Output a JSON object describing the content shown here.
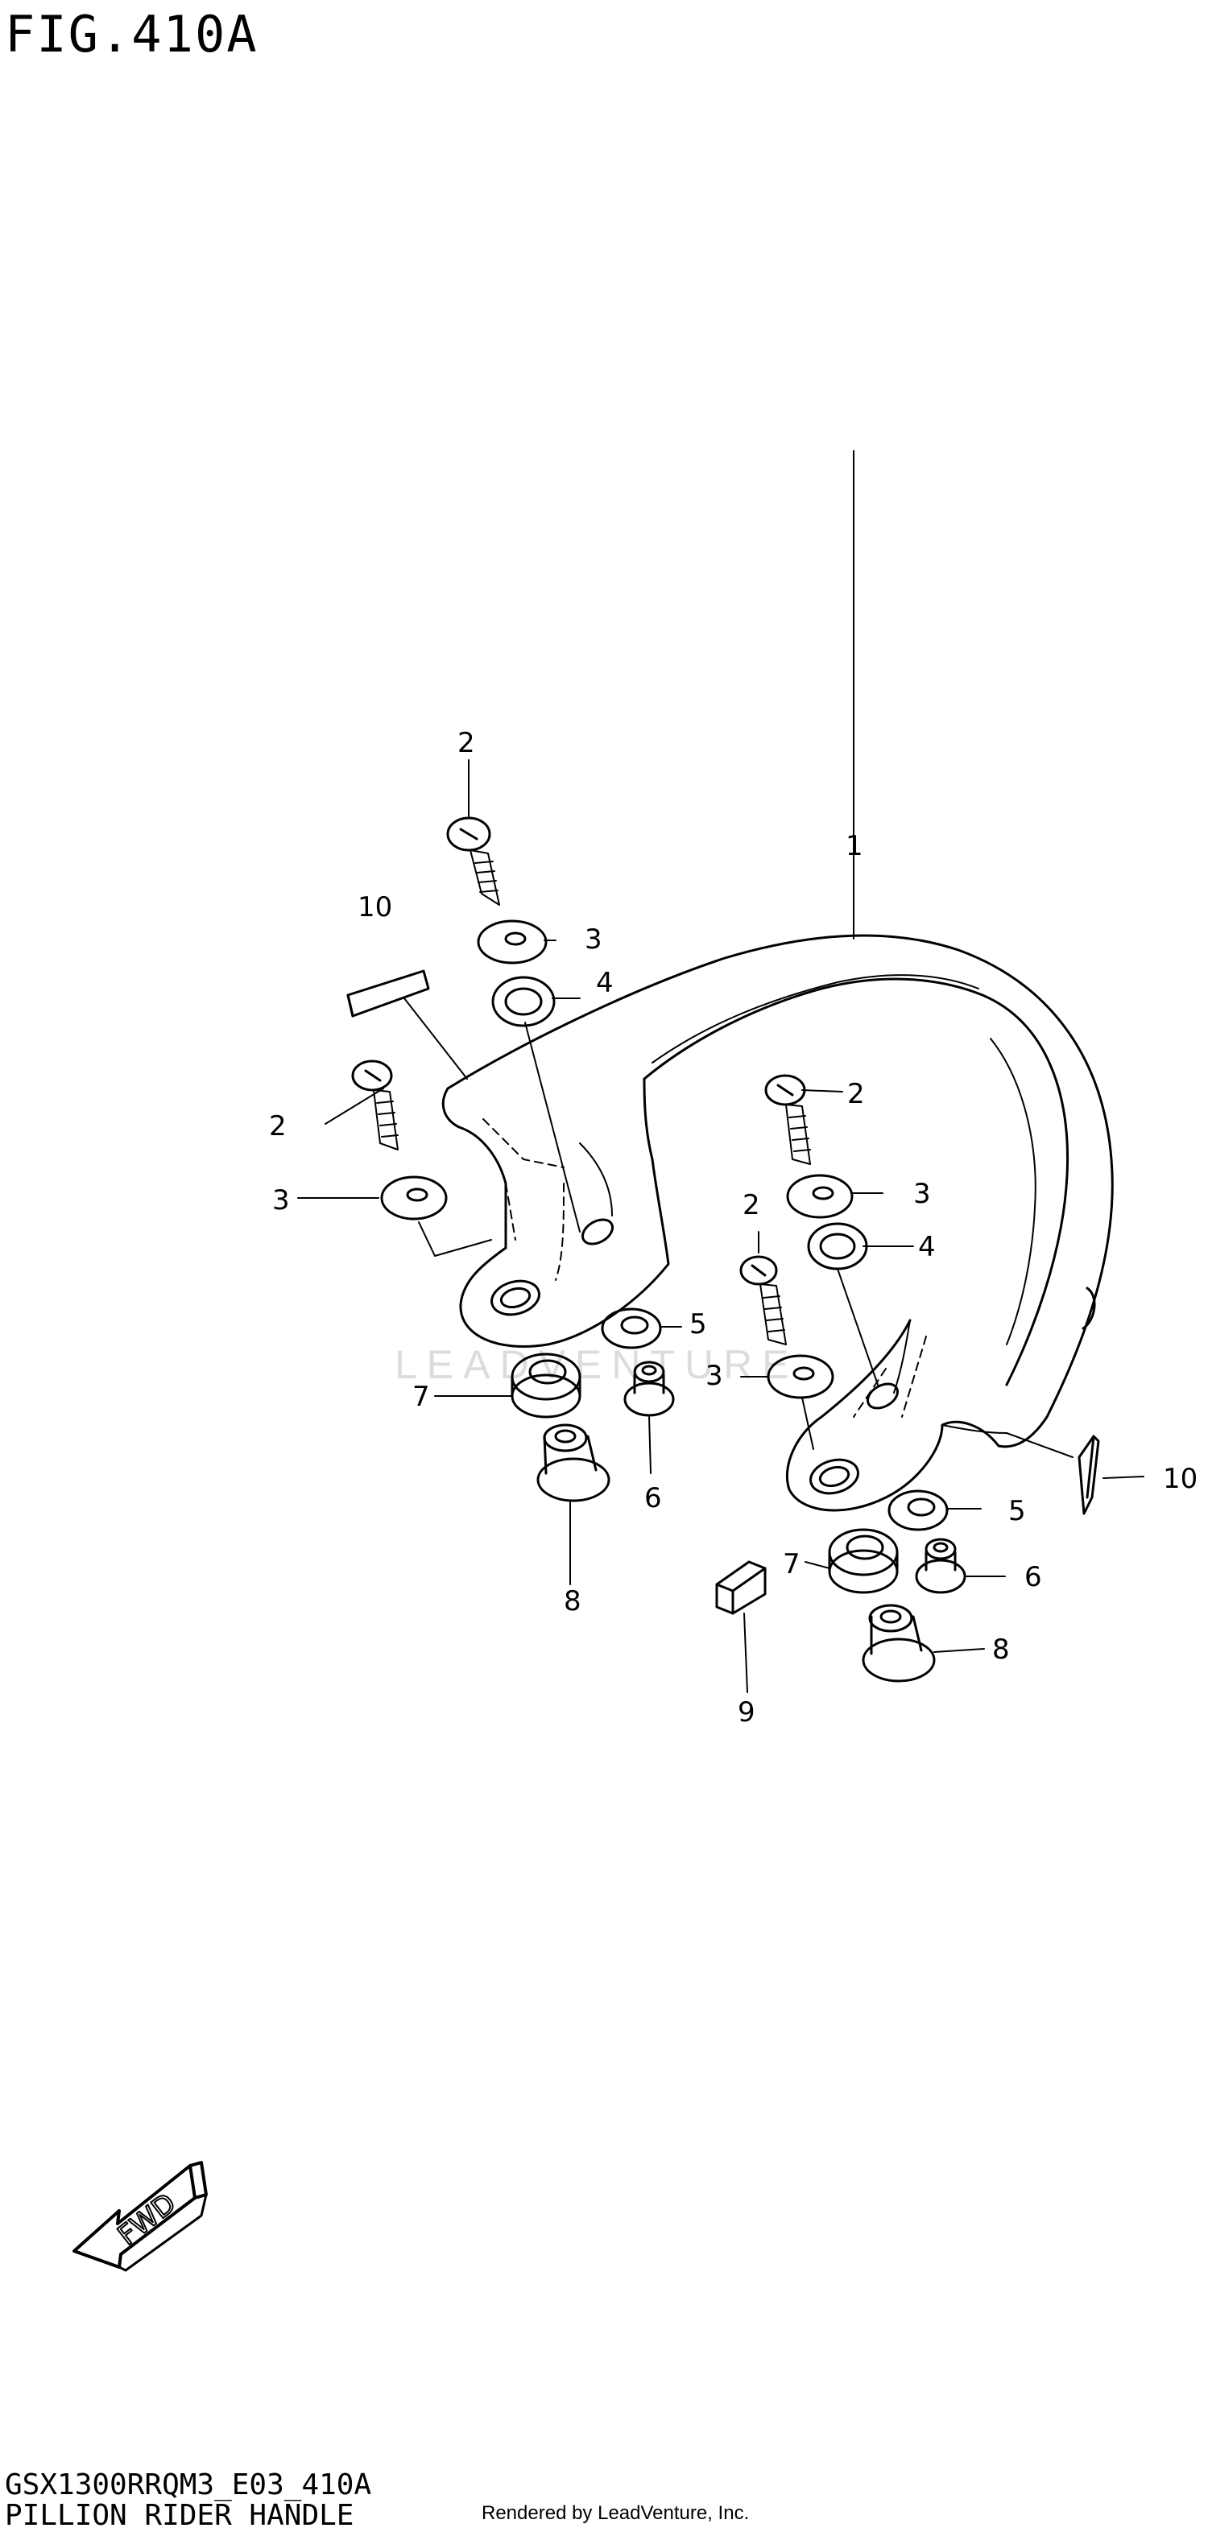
{
  "figure": {
    "title": "FIG.410A",
    "watermark": "LEADVENTURE"
  },
  "callouts": [
    "1",
    "2",
    "2",
    "2",
    "3",
    "3",
    "3",
    "4",
    "4",
    "5",
    "5",
    "6",
    "6",
    "7",
    "7",
    "8",
    "8",
    "9",
    "10",
    "10"
  ],
  "direction_badge": "FWD",
  "footer": {
    "diagram_code": "GSX1300RRQM3_E03_410A",
    "part_name": "PILLION RIDER HANDLE",
    "credit": "Rendered by LeadVenture, Inc."
  },
  "colors": {
    "line": "#000000",
    "background": "#ffffff",
    "watermark": "#d9d9d9"
  }
}
